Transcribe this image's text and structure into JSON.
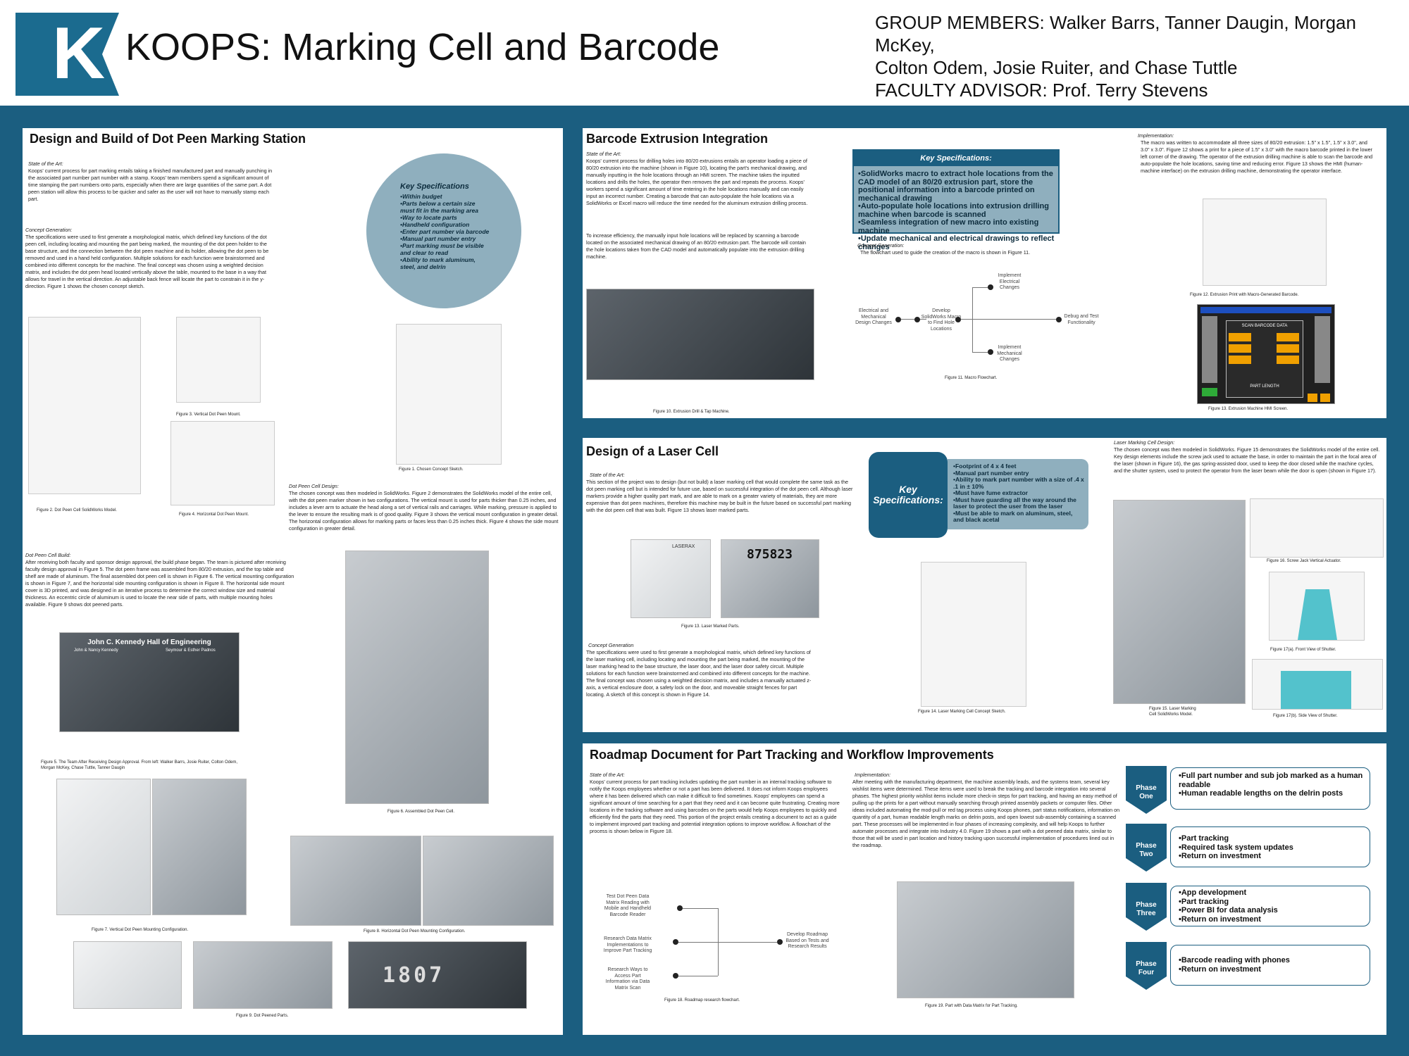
{
  "header": {
    "title": "KOOPS: Marking Cell and Barcode",
    "logo_letter": "K",
    "members_line1": "GROUP MEMBERS: Walker Barrs, Tanner Daugin, Morgan McKey,",
    "members_line2": "Colton Odem, Josie Ruiter, and Chase Tuttle",
    "advisor_line": "FACULTY ADVISOR: Prof. Terry Stevens"
  },
  "colors": {
    "brand": "#1b5e80",
    "spec_fill": "#8fafbe",
    "logo": "#1b6b8f"
  },
  "dot_peen": {
    "heading": "Design and Build of Dot Peen Marking Station",
    "state_label": "State of the Art:",
    "state_text": "Koops' current process for part marking entails taking a finished manufactured part and manually punching in the associated part number part number with a stamp. Koops' team members spend a significant amount of time stamping the part numbers onto parts, especially when there are large quantities of the same part. A dot peen station will allow this process to be quicker and safer as the user will not have to manually stamp each part.",
    "spec_title": "Key Specifications",
    "specs": [
      "Within budget",
      "Parts below a certain size must fit in the marking area",
      "Way to locate parts",
      "Handheld configuration",
      "Enter part number via barcode",
      "Manual part number entry",
      "Part marking must be visible and clear to read",
      "Ability to mark aluminum, steel, and delrin"
    ],
    "concept_label": "Concept Generation:",
    "concept_text": "The specifications were used to first generate a morphological matrix, which defined key functions of the dot peen cell, including locating and mounting the part being marked, the mounting of the dot peen holder to the base structure, and the connection between the dot peen machine and its holder, allowing the dot peen to be removed and used in a hand held configuration. Multiple solutions for each function were brainstormed and combined into different concepts for the machine. The final concept was chosen using a weighted decision matrix, and includes the dot peen head located vertically above the table, mounted to the base in a way that allows for travel in the vertical direction. An adjustable back fence will locate the part to constrain it in the y-direction. Figure 1 shows the chosen concept sketch.",
    "cell_design_label": "Dot Peen Cell Design:",
    "cell_design_text": "The chosen concept was then modeled in SolidWorks. Figure 2 demonstrates the SolidWorks model of the entire cell, with the dot peen marker shown in two configurations. The vertical mount is used for parts thicker than 0.25 inches, and includes a lever arm to actuate the head along a set of vertical rails and carriages. While marking, pressure is applied to the lever to ensure the resulting mark is of good quality. Figure 3 shows the vertical mount configuration in greater detail. The horizontal configuration allows for marking parts or faces less than 0.25 inches thick. Figure 4 shows the side mount configuration in greater detail.",
    "build_label": "Dot Peen Cell Build:",
    "build_text": "After receiving both faculty and sponsor design approval, the build phase began. The team is pictured after receiving faculty design approval in Figure 5. The dot peen frame was assembled from 80/20 extrusion, and the top table and shelf are made of aluminum. The final assembled dot peen cell is shown in Figure 6. The vertical mounting configuration is shown in Figure 7, and the horizontal side mounting configuration is shown in Figure 8. The horizontal side mount cover is 3D printed, and was designed in an iterative process to determine the correct window size and material thickness. An eccentric circle of aluminum is used to locate the near side of parts, with multiple mounting holes available. Figure 9 shows dot peened parts.",
    "fig1": "Figure 1. Chosen Concept Sketch.",
    "fig2": "Figure 2. Dot Peen Cell SolidWorks Model.",
    "fig3": "Figure 3. Vertical Dot Peen Mount.",
    "fig4": "Figure 4. Horizontal Dot Peen Mount.",
    "fig5": "Figure 5. The Team After Receiving Design Approval. From left: Walker Barrs, Josie Ruiter, Colton Odem,",
    "fig5b": "Morgan McKey, Chase Tuttle, Tanner Daugin",
    "fig6": "Figure 6. Assembled Dot Peen Cell.",
    "fig7": "Figure 7. Vertical Dot Peen Mounting Configuration.",
    "fig8": "Figure 8. Horizontal Dot Peen Mounting Configuration.",
    "fig9": "Figure 9. Dot Peened Parts.",
    "hall_title": "John C. Kennedy Hall of Engineering",
    "hall_left": "John & Nancy Kennedy",
    "hall_right": "Seymour & Esther Padnos",
    "peen_number": "1807"
  },
  "barcode": {
    "heading": "Barcode Extrusion Integration",
    "state_label": "State of the Art:",
    "state_text": "Koops' current process for drilling holes into 80/20 extrusions entails an operator loading a piece of 80/20 extrusion into the machine (shown in Figure 10), locating the part's mechanical drawing, and manually inputting in the hole locations through an HMI screen. The machine takes the inputted locations and drills the holes, the operator then removes the part and repeats the process. Koops' workers spend a significant amount of time entering in the hole locations manually and can easily input an incorrect number. Creating a barcode that can auto-populate the hole locations via a SolidWorks or Excel macro will reduce the time needed for the aluminum extrusion drilling process.",
    "state_text2": "To increase efficiency, the manually input hole locations will be replaced by scanning a barcode located on the associated mechanical drawing of an 80/20 extrusion part. The barcode will contain the hole locations taken from the CAD model and automatically populate into the extrusion drilling machine.",
    "spec_title": "Key Specifications:",
    "specs": [
      "SolidWorks macro to extract hole locations from the CAD model of an 80/20 extrusion part, store the positional information into a barcode printed on mechanical drawing",
      "Auto-populate hole locations into extrusion drilling machine when barcode is scanned",
      "Seamless integration of new macro into existing machine",
      "Update mechanical and electrical drawings to reflect changes"
    ],
    "concept_label": "Concept Generation:",
    "concept_text": "The flowchart used to guide the creation of the macro is shown in Figure 11.",
    "flow": {
      "start": "Electrical and Mechanical Design Changes",
      "develop": "Develop SolidWorks Macro to Find Hole Locations",
      "elec": "Implement Electrical Changes",
      "mech": "Implement Mechanical Changes",
      "debug": "Debug and Test Functionality"
    },
    "impl_label": "Implementation:",
    "impl_text": "The macro was written to accommodate all three sizes of 80/20 extrusion: 1.5\" x 1.5\", 1.5\" x 3.0\", and 3.0\" x 3.0\". Figure 12 shows a print for a piece of 1.5\" x 3.0\" with the macro barcode printed in the lower left corner of the drawing. The operator of the extrusion drilling machine is able to scan the barcode and auto-populate the hole locations, saving time and reducing error. Figure 13 shows the HMI (human-machine interface) on the extrusion drilling machine, demonstrating the operator interface.",
    "fig10": "Figure 10. Extrusion Drill & Tap Machine.",
    "fig11": "Figure 11. Macro Flowchart.",
    "fig12": "Figure 12. Extrusion Print with Macro-Generated Barcode.",
    "fig13": "Figure 13. Extrusion Machine HMI Screen.",
    "hmi_title": "SCAN BARCODE DATA",
    "hmi_length": "PART LENGTH"
  },
  "laser": {
    "heading": "Design of a Laser Cell",
    "state_label": "State of the Art:",
    "state_text": "This section of the project was to design (but not build) a laser marking cell that would complete the same task as the dot peen marking cell but is intended for future use, based on successful integration of the dot peen cell. Although laser markers provide a higher quality part mark, and are able to mark on a greater variety of materials, they are more expensive than dot peen machines, therefore this machine may be built in the future based on successful part marking with the dot peen cell that was built. Figure 13 shows laser marked parts.",
    "spec_title": "Key Specifications:",
    "specs": [
      "Footprint of 4 x 4 feet",
      "Manual part number entry",
      "Ability to mark part number with a size of .4 x .1 in ± 10%",
      "Must have fume extractor",
      "Must have guarding all the way around the laser to protect the user from the laser",
      "Must be able to mark on aluminum, steel, and black acetal"
    ],
    "concept_label": "Concept Generation",
    "concept_text": "The specifications were used to first generate a morphological matrix, which defined key functions of the laser marking cell, including locating and mounting the part being marked, the mounting of the laser marking head to the base structure, the laser door, and the laser door safety circuit. Multiple solutions for each function were brainstormed and combined into different concepts for the machine. The final concept was chosen using a weighted decision matrix, and includes a manually actuated z-axis, a vertical enclosure door, a safety lock on the door, and moveable straight fences for part locating. A sketch of this concept is shown in Figure 14.",
    "cell_label": "Laser Marking Cell Design:",
    "cell_text": "The chosen concept was then modeled in SolidWorks. Figure 15 demonstrates the SolidWorks model of the entire cell. Key design elements include the screw jack used to actuate the base, in order to maintain the part in the focal area of the laser (shown in Figure 16), the gas spring-assisted door, used to keep the door closed while the machine cycles, and the shutter system, used to protect the operator from the laser beam while the door is open (shown in Figure 17).",
    "fig13": "Figure 13. Laser Marked Parts.",
    "fig14": "Figure 14. Laser Marking Cell Concept Sketch.",
    "fig15": "Figure 15. Laser Marking",
    "fig15b": "Cell SolidWorks Model.",
    "fig16": "Figure 16. Screw Jack Vertical Actuator.",
    "fig17a": "Figure 17(a). Front View of Shutter.",
    "fig17b": "Figure 17(b). Side View of Shutter.",
    "part_number": "875823",
    "part_brand": "LASERAX"
  },
  "roadmap": {
    "heading": "Roadmap Document for Part Tracking and Workflow Improvements",
    "state_label": "State of the Art:",
    "state_text": "Koops' current process for part tracking includes updating the part number in an internal tracking software to notify the Koops employees whether or not a part has been delivered. It does not inform Koops employees where it has been delivered which can make it difficult to find sometimes. Koops' employees can spend a significant amount of time searching for a part that they need and it can become quite frustrating. Creating more locations in the tracking software and using barcodes on the parts would help Koops employees to quickly and efficiently find the parts that they need. This portion of the project entails creating a document to act as a guide to implement improved part tracking and potential integration options to improve workflow. A flowchart of the process is shown below in Figure 18.",
    "impl_label": "Implementation:",
    "impl_text": "After meeting with the manufacturing department, the machine assembly leads, and the systems team, several key wishlist items were determined. These items were used to break the tracking and barcode integration into several phases. The highest priority wishlist items include more check-in steps for part tracking, and having an easy method of pulling up the prints for a part without manually searching through printed assembly packets or computer files. Other ideas included automating the mod-pull or red tag process using Koops phones, part status notifications, information on quantity of a part, human readable length marks on delrin posts, and open lowest sub-assembly containing a scanned part. These processes will be implemented in four phases of increasing complexity, and will help Koops to further automate processes and integrate into Industry 4.0. Figure 19 shows a part with a dot peened data matrix, similar to those that will be used in part location and history tracking upon successful implementation of procedures lined out in the roadmap.",
    "flow": {
      "a": "Test Dot Peen Data Matrix Reading with Mobile and Handheld Barcode Reader",
      "b": "Research Data Matrix Implementations to Improve Part Tracking",
      "c": "Research Ways to Access Part Information via Data Matrix Scan",
      "d": "Develop Roadmap Based on Tests and Research Results"
    },
    "fig18": "Figure 18. Roadmap research flowchart.",
    "fig19": "Figure 19. Part with Data Matrix for Part Tracking.",
    "phases": [
      {
        "label1": "Phase",
        "label2": "One",
        "items": [
          "Full part number and sub job marked as a human readable",
          "Human readable lengths on the delrin posts"
        ]
      },
      {
        "label1": "Phase",
        "label2": "Two",
        "items": [
          "Part tracking",
          "Required task system updates",
          "Return on investment"
        ]
      },
      {
        "label1": "Phase",
        "label2": "Three",
        "items": [
          "App development",
          "Part tracking",
          "Power BI for data analysis",
          "Return on investment"
        ]
      },
      {
        "label1": "Phase",
        "label2": "Four",
        "items": [
          "Barcode reading with phones",
          "Return on investment"
        ]
      }
    ]
  }
}
